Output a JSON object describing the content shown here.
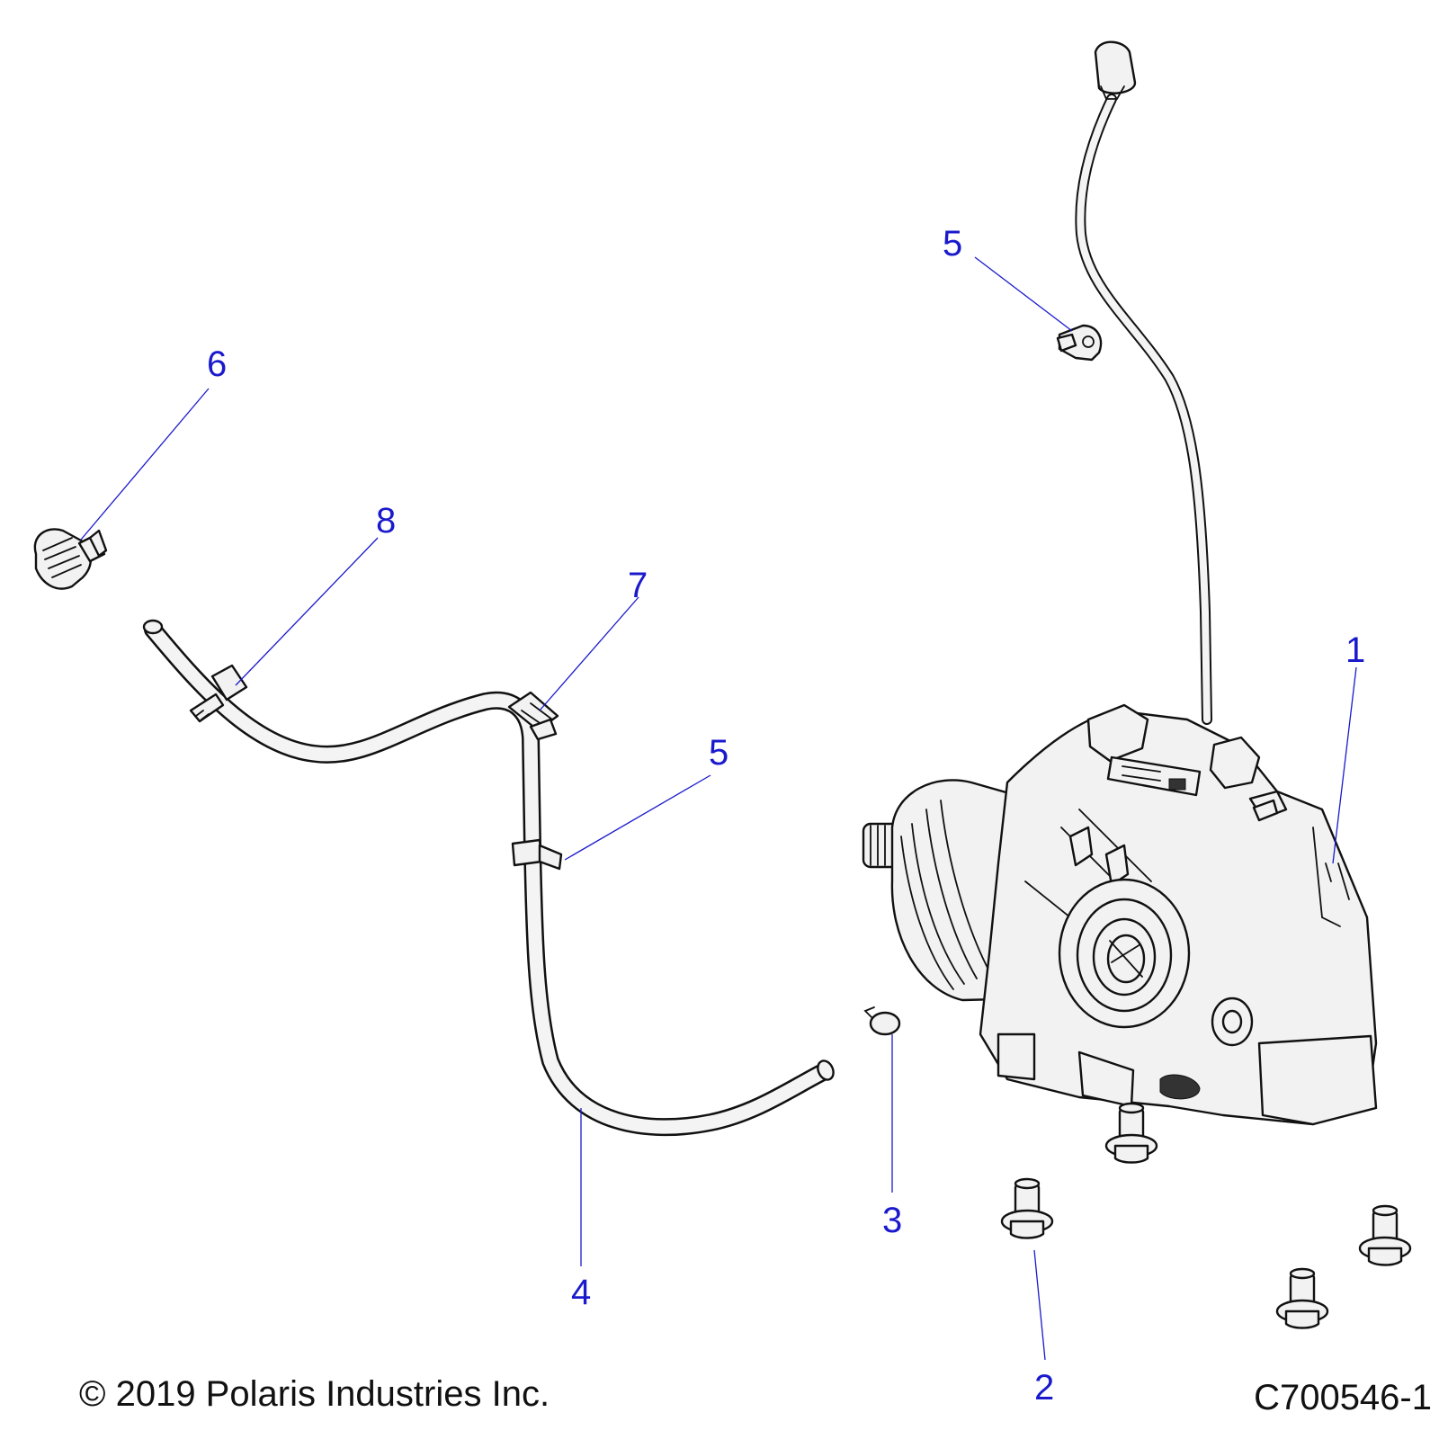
{
  "callouts": [
    {
      "id": "1",
      "label": "1"
    },
    {
      "id": "2",
      "label": "2"
    },
    {
      "id": "3",
      "label": "3"
    },
    {
      "id": "4",
      "label": "4"
    },
    {
      "id": "5a",
      "label": "5"
    },
    {
      "id": "5b",
      "label": "5"
    },
    {
      "id": "6",
      "label": "6"
    },
    {
      "id": "7",
      "label": "7"
    },
    {
      "id": "8",
      "label": "8"
    }
  ],
  "footer": {
    "copyright": "© 2019 Polaris Industries Inc.",
    "drawing_id": "C700546-1"
  },
  "colors": {
    "callout": "#1a1acc",
    "linework": "#111111",
    "part_fill": "#f2f2f2"
  }
}
